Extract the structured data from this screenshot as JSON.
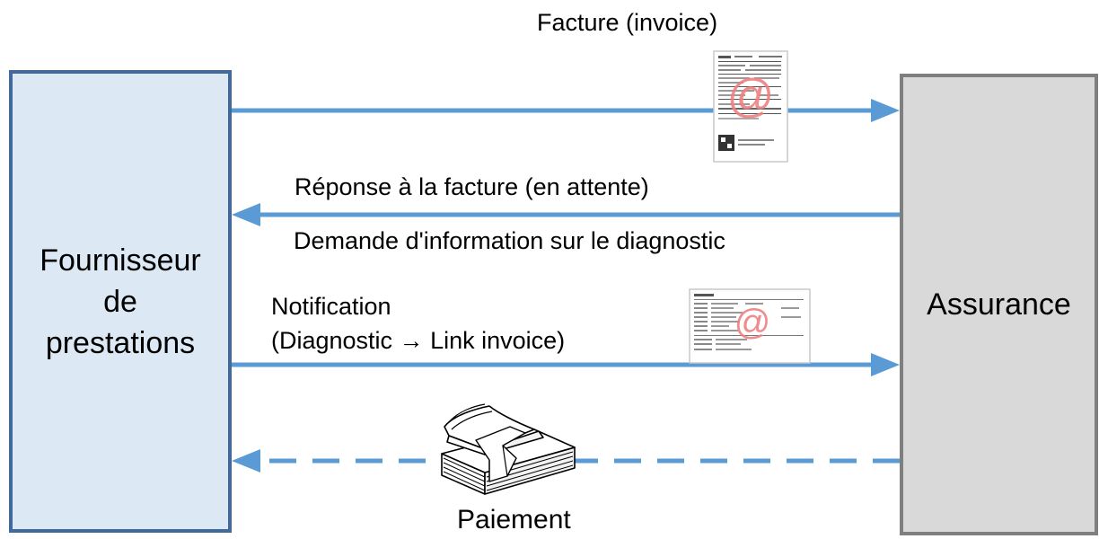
{
  "nodes": {
    "provider": {
      "label": "Fournisseur\nde\nprestations"
    },
    "insurance": {
      "label": "Assurance"
    }
  },
  "edges": {
    "invoice": {
      "label": "Facture (invoice)"
    },
    "response": {
      "label": "Réponse à la facture (en attente)"
    },
    "info_request": {
      "label": "Demande d'information sur le diagnostic"
    },
    "notification": {
      "line1": "Notification",
      "line2_start": "(Diagnostic ",
      "line2_arrow": "→",
      "line2_end": " Link invoice)"
    },
    "payment": {
      "label": "Paiement"
    }
  },
  "icons": {
    "invoice_doc": "email-invoice-document-icon",
    "notification_doc": "email-notification-document-icon",
    "payment": "money-stack-icon"
  },
  "colors": {
    "arrow": "#5b9bd5",
    "provider_fill": "#dce8f4",
    "provider_border": "#41699a",
    "insurance_fill": "#d9d9d9",
    "insurance_border": "#7f7f7f",
    "at_symbol": "#f08080"
  }
}
